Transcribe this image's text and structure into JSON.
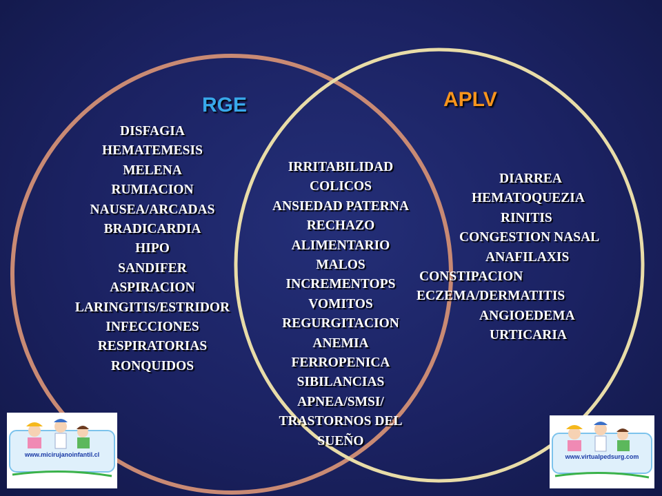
{
  "diagram": {
    "left_title": "RGE",
    "right_title": "APLV",
    "left_color": "#c98a74",
    "right_color": "#e8dca8",
    "left_title_color": "#38a8ea",
    "right_title_color": "#f7941d",
    "left_items": [
      "DISFAGIA",
      "HEMATEMESIS",
      "MELENA",
      "RUMIACION",
      "NAUSEA/ARCADAS",
      "BRADICARDIA",
      "HIPO",
      "SANDIFER",
      "ASPIRACION",
      "LARINGITIS/ESTRIDOR",
      "INFECCIONES",
      "RESPIRATORIAS",
      "RONQUIDOS"
    ],
    "shared_items": [
      "IRRITABILIDAD",
      "COLICOS",
      "ANSIEDAD PATERNA",
      "RECHAZO",
      "ALIMENTARIO",
      "MALOS",
      "INCREMENTOPS",
      "VOMITOS",
      "REGURGITACION",
      "ANEMIA",
      "FERROPENICA",
      "SIBILANCIAS",
      "APNEA/SMSI/",
      "TRASTORNOS DEL",
      "SUEÑO"
    ],
    "right_items": [
      "DIARREA",
      "HEMATOQUEZIA",
      "RINITIS",
      "CONGESTION NASAL",
      "ANAFILAXIS",
      "CONSTIPACION",
      "ECZEMA/DERMATITIS",
      "ANGIOEDEMA",
      "URTICARIA"
    ]
  },
  "logos": {
    "left_url": "www.micirujanoinfantil.cl",
    "right_url": "www.virtualpedsurg.com"
  }
}
